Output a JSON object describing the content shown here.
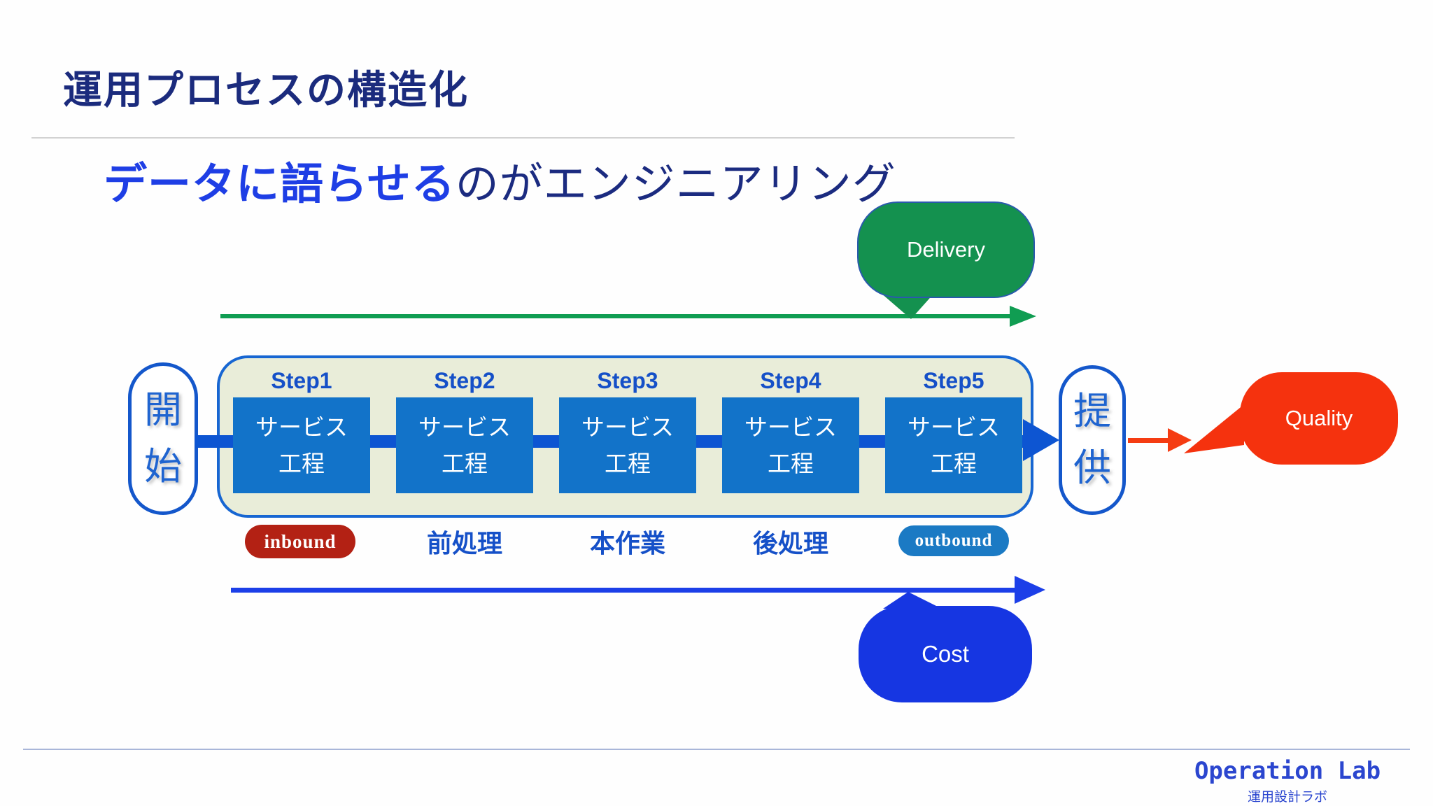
{
  "title": {
    "text": "運用プロセスの構造化"
  },
  "subtitle": {
    "highlight": "データに語らせる",
    "rest": "のがエンジニアリング"
  },
  "bubbles": {
    "delivery": "Delivery",
    "quality": "Quality",
    "cost": "Cost"
  },
  "flow": {
    "start_label": "開始",
    "end_label": "提供",
    "box_line1": "サービス",
    "box_line2": "工程",
    "steps": [
      {
        "label": "Step1"
      },
      {
        "label": "Step2"
      },
      {
        "label": "Step3"
      },
      {
        "label": "Step4"
      },
      {
        "label": "Step5"
      }
    ],
    "phases": {
      "inbound": "inbound",
      "pre": "前処理",
      "main": "本作業",
      "post": "後処理",
      "outbound": "outbound"
    }
  },
  "footer": {
    "brand": "Operation Lab",
    "brand_sub": "運用設計ラボ"
  },
  "colors": {
    "title-navy": "#1b2b7d",
    "accent-blue": "#1e3ee5",
    "subtitle-navy": "#1b2b80",
    "rule-gray": "#d2d2d2",
    "delivery-green": "#14914f",
    "green-arrow": "#109d52",
    "container-bg": "#e9edd9",
    "container-border": "#1766d2",
    "box-blue": "#1273c9",
    "connector-blue": "#0d55d2",
    "pill-border": "#1457cb",
    "pill-text": "#1f64d0",
    "label-blue": "#1550c8",
    "inbound-red": "#b32114",
    "outbound-blue": "#1b7ac4",
    "arrow-blue": "#1c3fe8",
    "cost-blue": "#1636e2",
    "quality-red": "#f5320e",
    "arrow-red": "#f53c12",
    "footer-blue": "#2b46cf",
    "footer-rule": "#a9b6d9"
  }
}
